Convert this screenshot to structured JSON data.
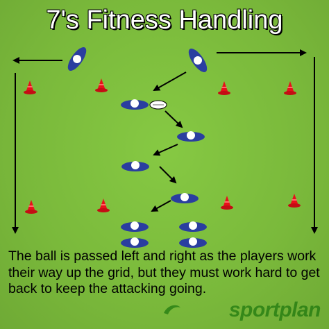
{
  "title": "7's Fitness Handling",
  "caption": "The ball is passed left and right as the players work their way up the grid, but they must work hard to get back to keep the attacking going.",
  "brand": "sportplan",
  "colors": {
    "field": "#7cbf3c",
    "cone": "#e8101a",
    "player": "#2a3ea0",
    "player_head": "#ffffff",
    "arrow": "#000000"
  }
}
